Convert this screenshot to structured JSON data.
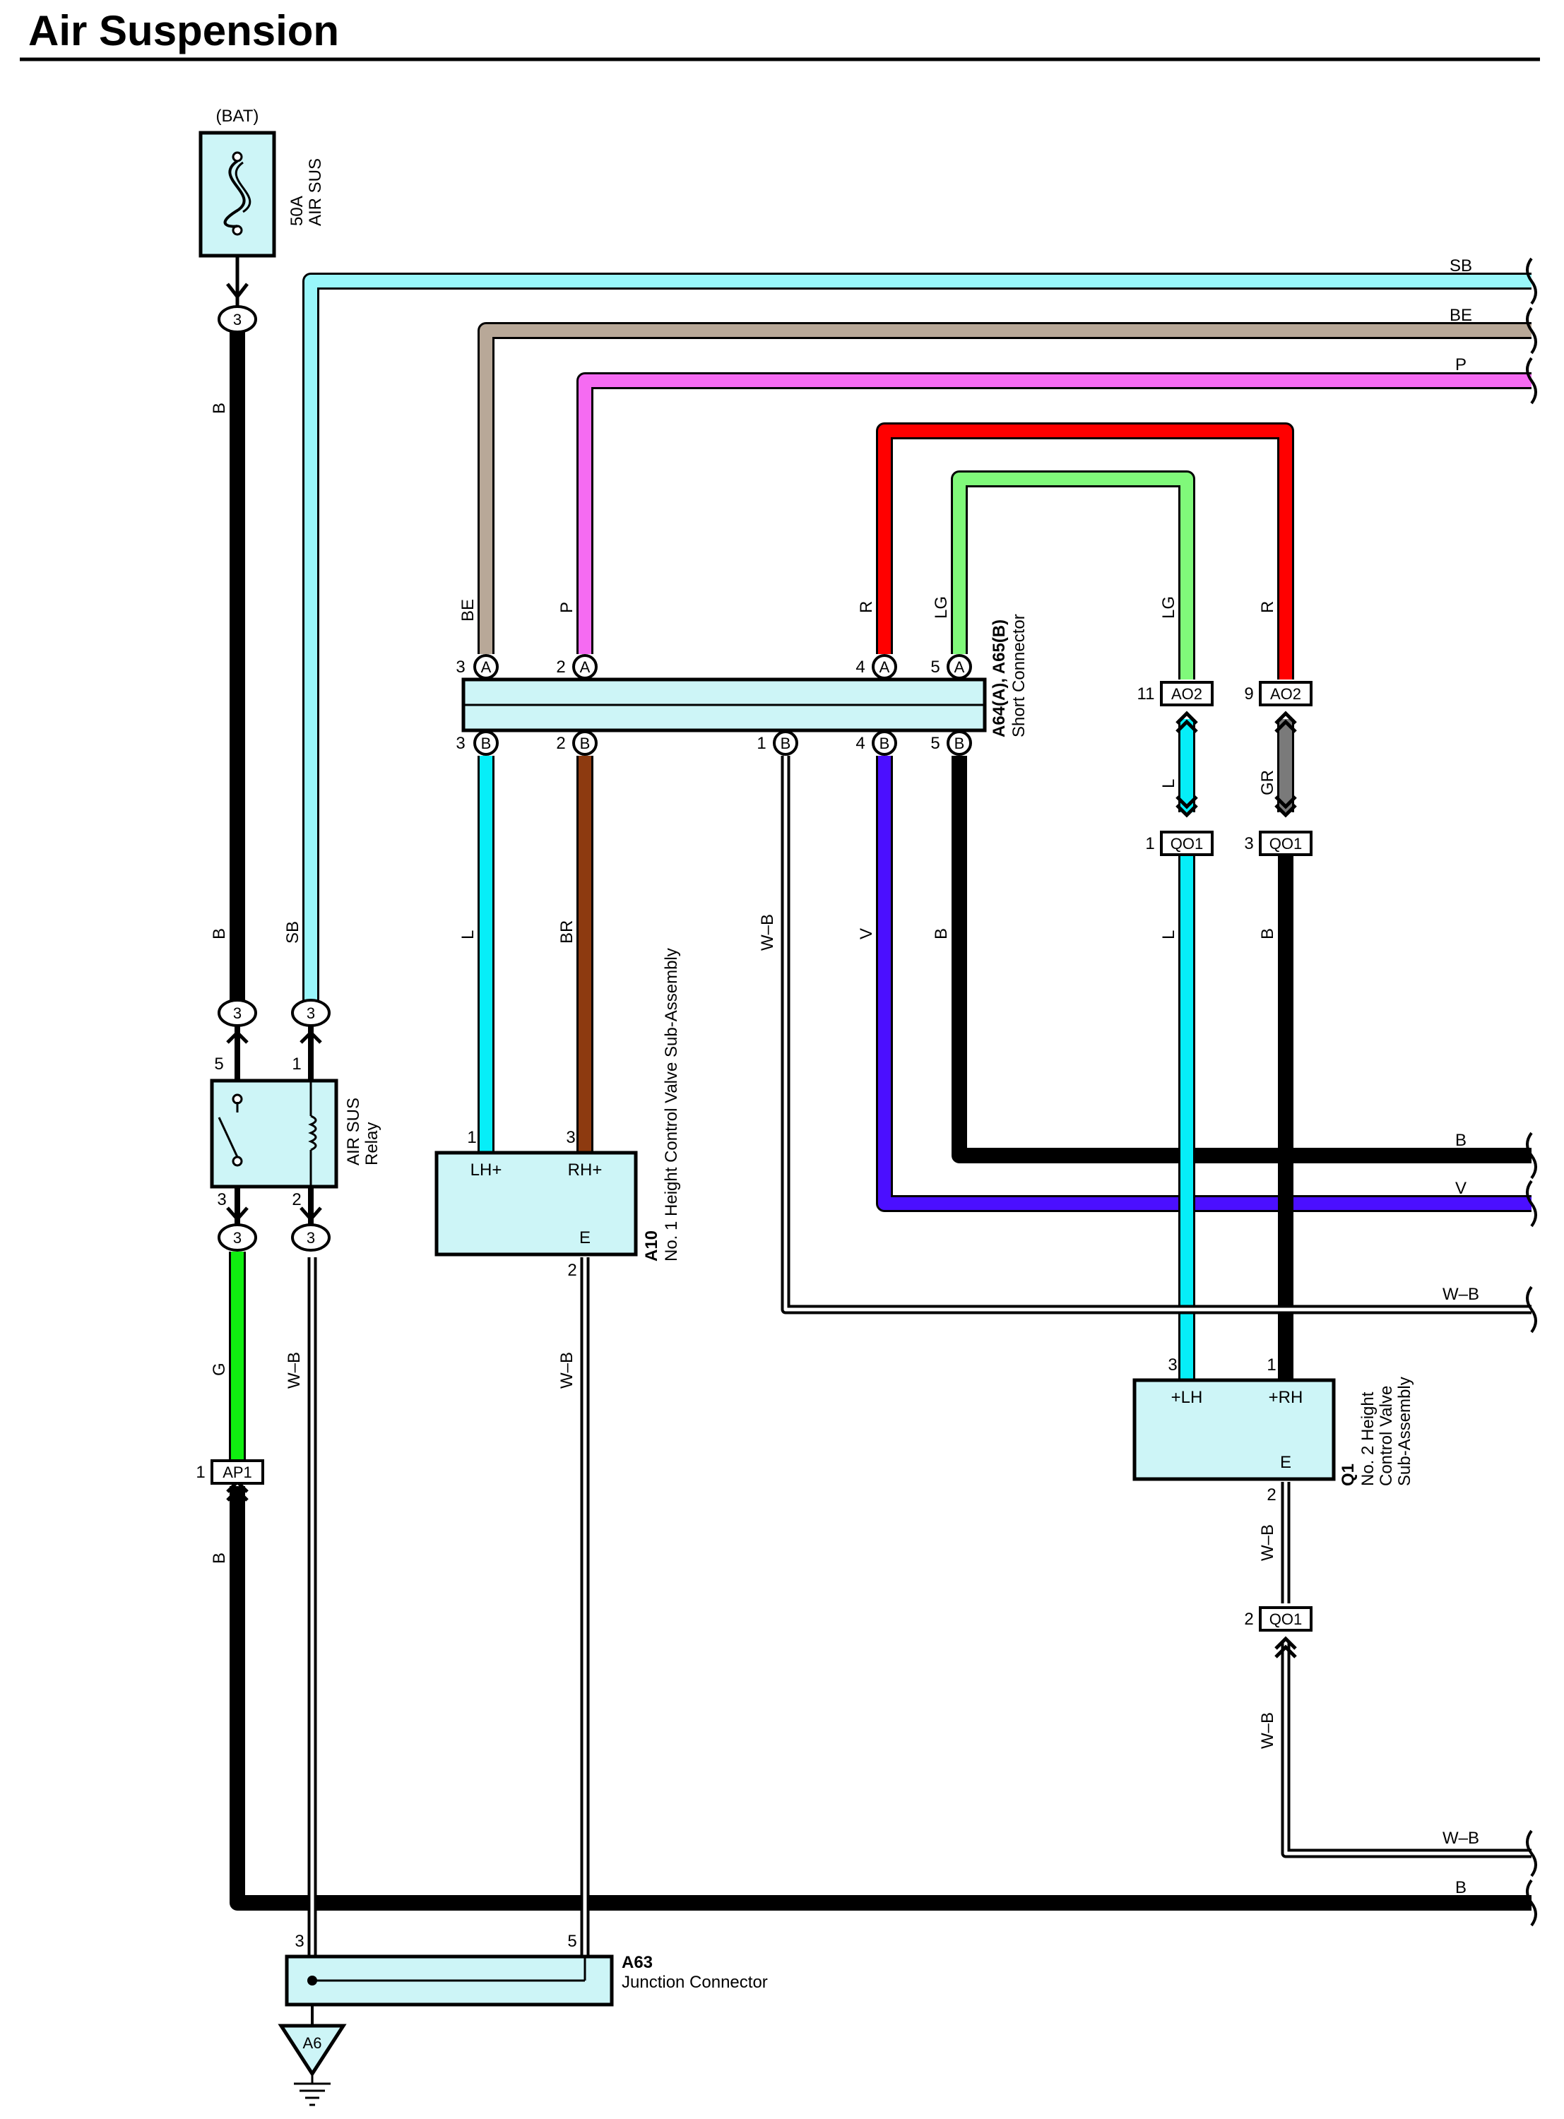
{
  "title": "Air Suspension",
  "colors": {
    "component_fill": "#cdf5f7",
    "SB": "#99f7fa",
    "BE": "#b8a898",
    "P": "#f56bf2",
    "R": "#ff0000",
    "LG": "#80f97a",
    "L": "#06eef8",
    "BR": "#8d3a10",
    "V": "#4b0fff",
    "B": "#000000",
    "G": "#10ee10",
    "GR": "#7a7a7a"
  },
  "fuse": {
    "source": "(BAT)",
    "rating": "50A",
    "name": "AIR SUS"
  },
  "relay": {
    "name": "AIR SUS",
    "name2": "Relay",
    "pins": {
      "p5": "5",
      "p1": "1",
      "p3": "3",
      "p2": "2"
    }
  },
  "short_connector": {
    "code": "A64(A), A65(B)",
    "name": "Short Connector",
    "letter_a": "A",
    "letter_b": "B"
  },
  "valve1": {
    "code": "A10",
    "name": "No.  1 Height Control Valve Sub-Assembly",
    "lh": "LH+",
    "rh": "RH+",
    "e": "E",
    "pin_lh": "1",
    "pin_rh": "3",
    "pin_e": "2"
  },
  "valve2": {
    "code": "Q1",
    "name1": "No.  2 Height",
    "name2": "Control Valve",
    "name3": "Sub-Assembly",
    "lh": "+LH",
    "rh": "+RH",
    "e": "E",
    "pin_lh": "3",
    "pin_rh": "1",
    "pin_e": "2"
  },
  "junction": {
    "code": "A63",
    "name": "Junction Connector",
    "pin_left": "3",
    "pin_right": "5"
  },
  "ground": {
    "label": "A6"
  },
  "pins": {
    "p1": "1",
    "p2": "2",
    "p3": "3",
    "p4": "4",
    "p5": "5",
    "p9": "9",
    "p11": "11"
  },
  "connectors": {
    "ap1": "AP1",
    "ao2": "AO2",
    "qo1": "QO1",
    "oval3": "3"
  },
  "wire_labels": {
    "sb": "SB",
    "be": "BE",
    "p": "P",
    "r": "R",
    "lg": "LG",
    "l": "L",
    "br": "BR",
    "v": "V",
    "b": "B",
    "g": "G",
    "gr": "GR",
    "wb": "W–B"
  }
}
